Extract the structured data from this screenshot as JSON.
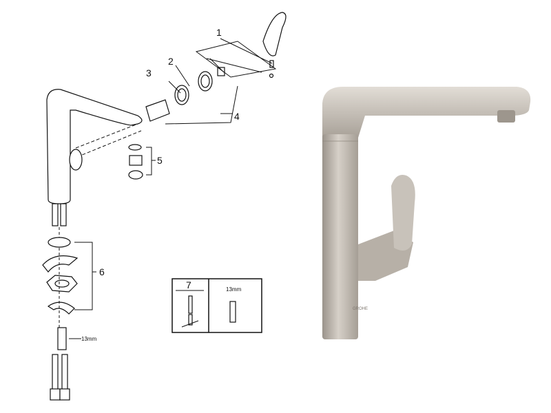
{
  "diagram": {
    "part_labels": [
      "1",
      "2",
      "3",
      "4",
      "5",
      "6"
    ],
    "hose_nut_size": "13mm",
    "tool_box": {
      "number": "7",
      "wrench_size": "13mm"
    }
  },
  "product": {
    "brand_logo": "GROHE",
    "finish_color": "#bdb6ad"
  }
}
